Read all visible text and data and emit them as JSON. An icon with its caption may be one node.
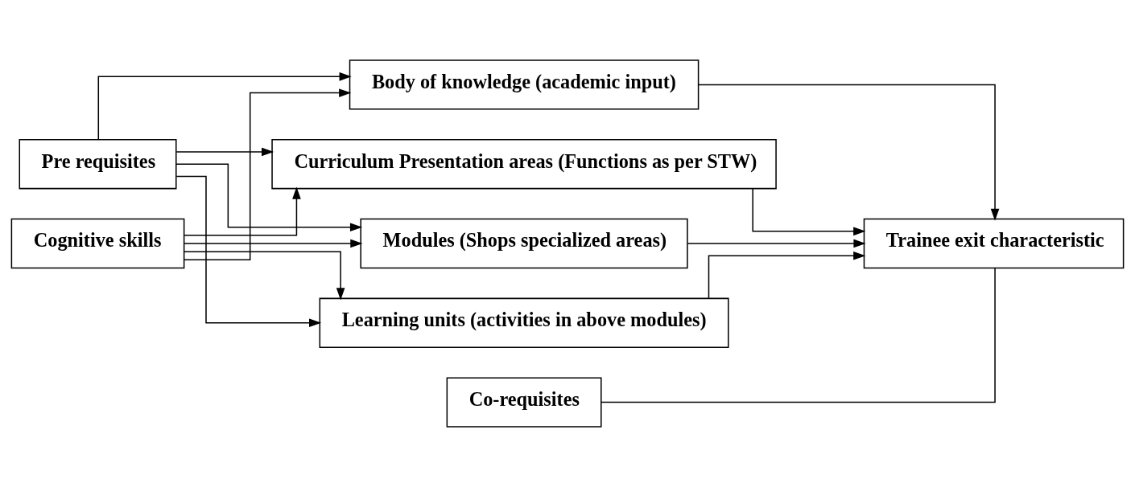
{
  "diagram": {
    "nodes": [
      {
        "text": [
          "Pre requisites"
        ]
      },
      {
        "text": [
          "Cognitive skills"
        ]
      },
      {
        "text": [
          "Curriculum Presentation areas (Functions as per STW)"
        ]
      },
      {
        "text": [
          "Modules (Shops specialized areas)"
        ]
      },
      {
        "text": [
          "Learning units (activities in above modules)"
        ]
      },
      {
        "text": [
          "Body of knowledge (academic input)"
        ]
      },
      {
        "text": [
          "Trainee exit characteristic"
        ]
      },
      {
        "text": [
          "Co-requisites"
        ]
      }
    ],
    "edges": [
      {
        "from": 0,
        "to": 2,
        "arrow": "to"
      },
      {
        "from": 0,
        "to": 3,
        "arrow": "to"
      },
      {
        "from": 0,
        "to": 4,
        "arrow": "to"
      },
      {
        "from": 0,
        "to": 5,
        "arrow": "to"
      },
      {
        "from": 1,
        "to": 2,
        "arrow": "to"
      },
      {
        "from": 1,
        "to": 3,
        "arrow": "to"
      },
      {
        "from": 1,
        "to": 4,
        "arrow": "to"
      },
      {
        "from": 1,
        "to": 5,
        "arrow": "to"
      },
      {
        "from": 2,
        "to": 6,
        "arrow": "to"
      },
      {
        "from": 3,
        "to": 6,
        "arrow": "to"
      },
      {
        "from": 4,
        "to": 6,
        "arrow": "to"
      },
      {
        "from": 5,
        "to": 6,
        "arrow": "to"
      },
      {
        "from": 7,
        "to": 6,
        "arrow": "none"
      }
    ]
  }
}
